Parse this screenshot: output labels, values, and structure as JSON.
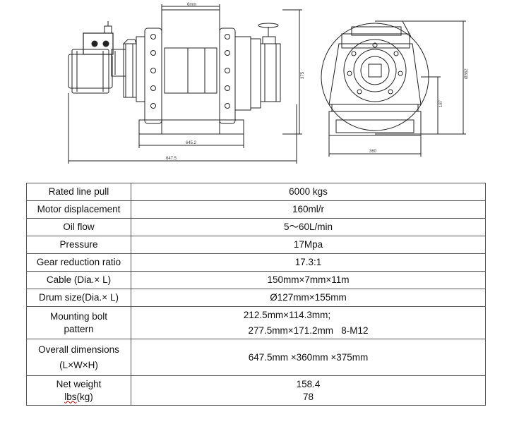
{
  "drawing": {
    "dimensions": {
      "side_top": "6mm",
      "side_inner_width": "645.2",
      "side_overall_width": "647.5",
      "side_height": "375",
      "front_width": "360",
      "front_diameter": "Ø362",
      "front_height": "187"
    }
  },
  "specs": {
    "rows": [
      {
        "label": "Rated line pull",
        "value": "6000 kgs"
      },
      {
        "label": "Motor displacement",
        "value": "160ml/r"
      },
      {
        "label": "Oil flow",
        "value": "5～60L/min"
      },
      {
        "label": "Pressure",
        "value": "17Mpa"
      },
      {
        "label": "Gear reduction ratio",
        "value": "17.3:1"
      },
      {
        "label": "Cable (Dia.× L)",
        "value": "150mm×7mm×11m"
      },
      {
        "label": "Drum size(Dia.× L)",
        "value": "Ø127mm×155mm"
      }
    ],
    "mounting": {
      "label_1": "Mounting bolt",
      "label_2": "pattern",
      "value_1": "212.5mm×114.3mm;",
      "value_2": "277.5mm×171.2mm   8-M12"
    },
    "overall": {
      "label_1": "Overall dimensions",
      "label_2": "(L×W×H)",
      "value": "647.5mm ×360mm ×375mm"
    },
    "weight": {
      "label_1": "Net weight",
      "label_2": "lbs",
      "label_2_suffix": "(kg)",
      "value_1": "158.4",
      "value_2": "78"
    }
  }
}
